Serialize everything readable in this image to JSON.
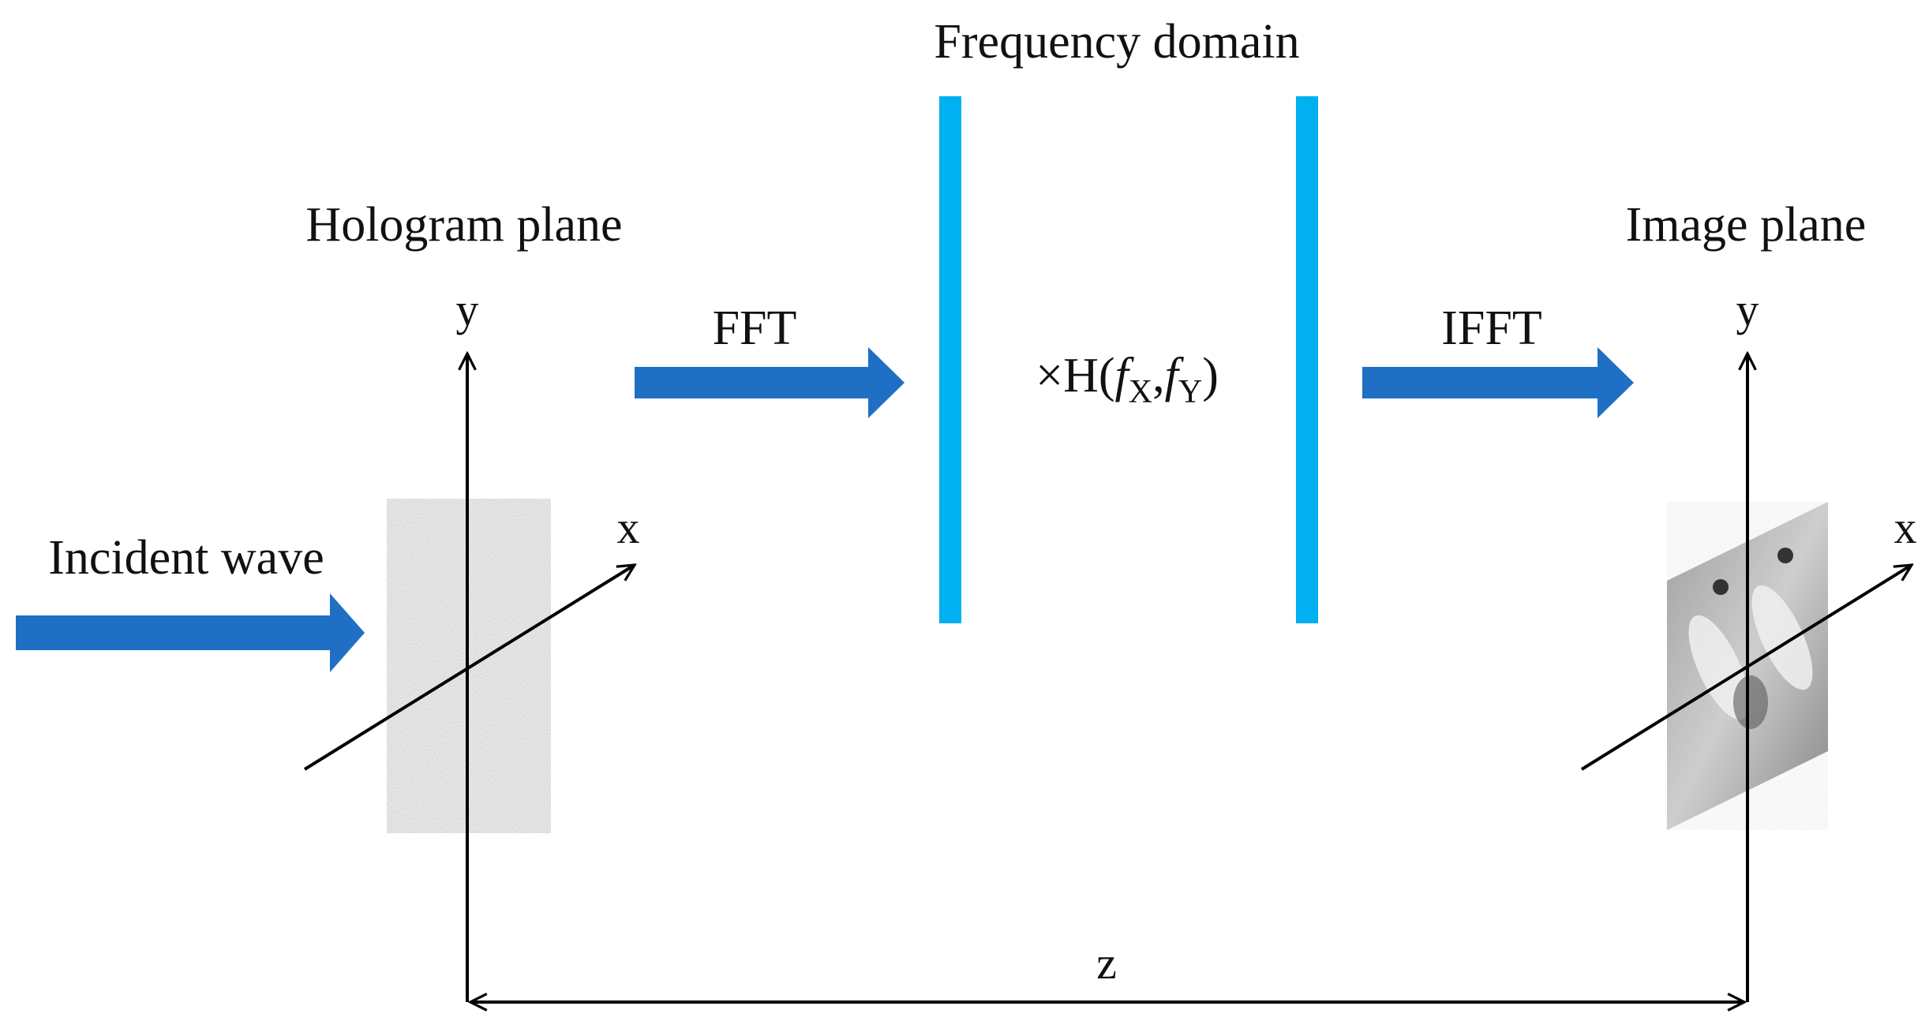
{
  "labels": {
    "frequency_domain": "Frequency domain",
    "hologram_plane": "Hologram plane",
    "image_plane": "Image plane",
    "incident_wave": "Incident wave",
    "fft": "FFT",
    "ifft": "IFFT",
    "distance": "z"
  },
  "axes": {
    "hologram_y": "y",
    "hologram_x": "x",
    "image_y": "y",
    "image_x": "x"
  },
  "formula": {
    "prefix": "×H(",
    "fx": "f",
    "fx_sub": "X",
    "sep": ",",
    "fy": "f",
    "fy_sub": "Y",
    "suffix": ")"
  },
  "colors": {
    "arrow_blue": "#1f6fc5",
    "frequency_bar": "#00b0f0",
    "hologram_gray": "#8e8e8e",
    "line": "#000000"
  }
}
